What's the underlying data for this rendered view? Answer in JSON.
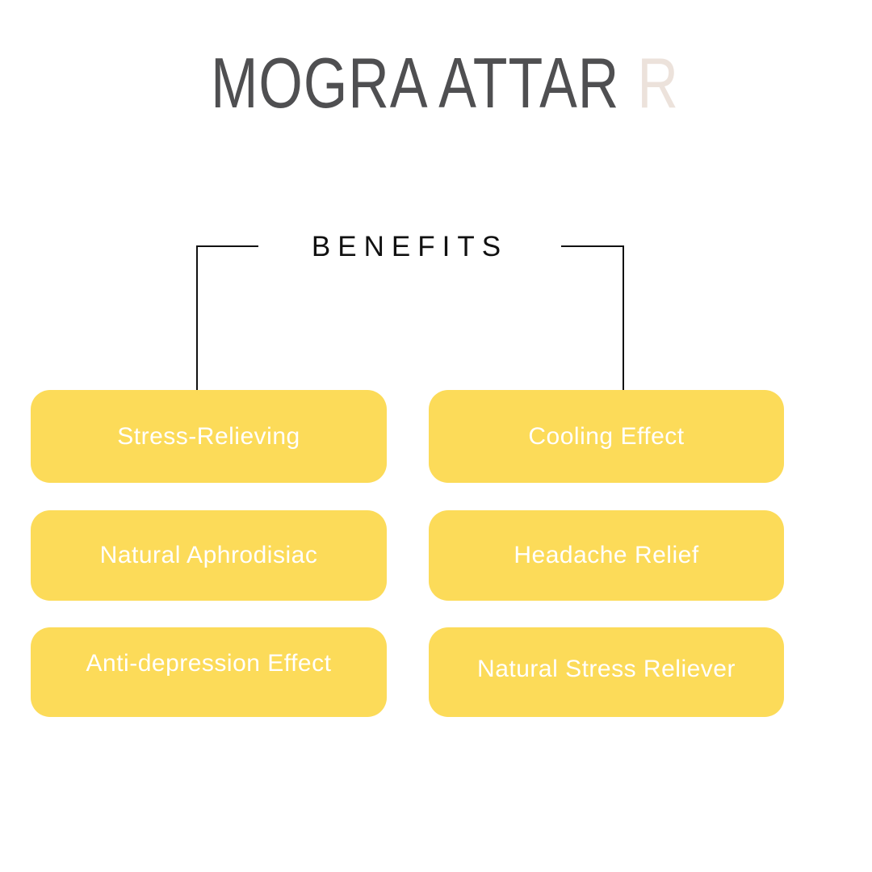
{
  "page": {
    "background_color": "#ffffff"
  },
  "header": {
    "title_main": "MOGRA ATTAR",
    "title_accent": "R",
    "title_color": "#4f4f51",
    "accent_color": "#ece2db"
  },
  "section": {
    "label": "BENEFITS",
    "line_color": "#111111"
  },
  "benefits": {
    "card_color": "#fcdb59",
    "text_color": "#ffffff",
    "items": [
      {
        "label": "Stress-Relieving"
      },
      {
        "label": "Cooling Effect"
      },
      {
        "label": "Natural Aphrodisiac"
      },
      {
        "label": "Headache Relief"
      },
      {
        "label": "Anti-depression Effect"
      },
      {
        "label": "Natural Stress Reliever"
      }
    ]
  }
}
